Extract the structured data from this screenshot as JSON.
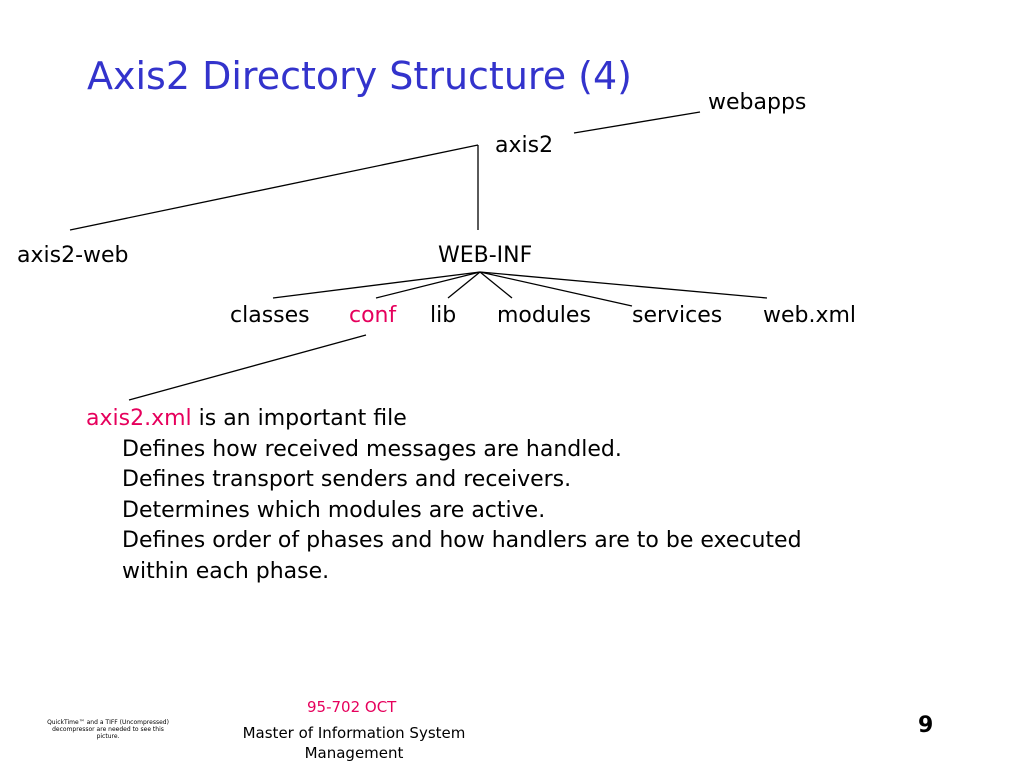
{
  "slide": {
    "title": "Axis2 Directory Structure (4)",
    "tree": {
      "webapps": "webapps",
      "axis2": "axis2",
      "axis2_web": "axis2-web",
      "web_inf": "WEB-INF",
      "children": [
        "classes",
        "conf",
        "lib",
        "modules",
        "services",
        "web.xml"
      ]
    },
    "note": {
      "file": "axis2.xml",
      "lead_rest": " is an important file",
      "points": [
        "Defines how received messages are handled.",
        "Defines transport senders and receivers.",
        "Determines which modules are active.",
        "Defines order of phases and how handlers are to be executed",
        "within each phase."
      ]
    },
    "footer": {
      "course": "95-702 OCT",
      "program": "Master of Information System Management",
      "page_number": "9",
      "quicktime_notice": "QuickTime™ and a TIFF (Uncompressed) decompressor are needed to see this picture."
    },
    "colors": {
      "title": "#3333cc",
      "accent": "#e6005c",
      "text": "#000000"
    }
  }
}
